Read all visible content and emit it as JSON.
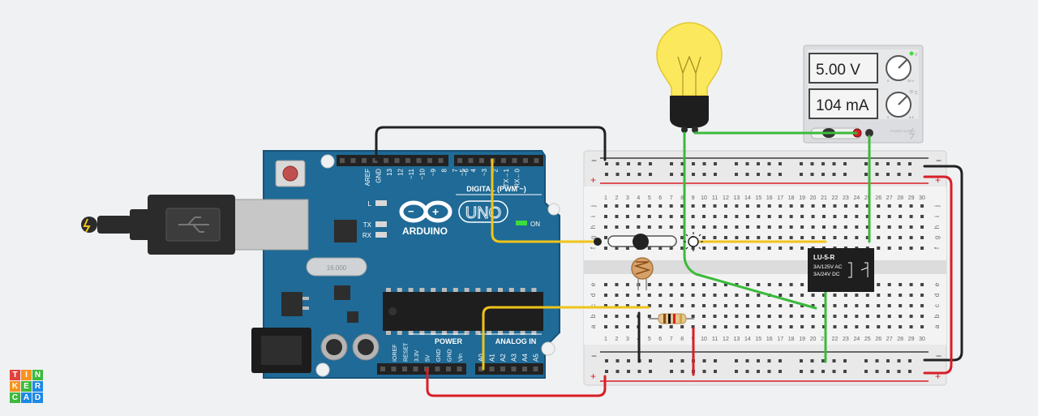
{
  "arduino": {
    "brand": "ARDUINO",
    "model": "UNO",
    "digital_label": "DIGITAL (PWM ~)",
    "power_label": "POWER",
    "analog_label": "ANALOG IN",
    "on_label": "ON",
    "led_labels": [
      "L",
      "TX",
      "RX"
    ],
    "crystal_label": "16.000",
    "digital_pins": [
      "AREF",
      "GND",
      "13",
      "12",
      "~11",
      "~10",
      "~9",
      "8",
      "7",
      "~6",
      "~5",
      "4",
      "~3",
      "2",
      "TX→1",
      "RX←0"
    ],
    "power_pins": [
      "IOREF",
      "RESET",
      "3.3V",
      "5V",
      "GND",
      "GND",
      "Vin"
    ],
    "analog_pins": [
      "A0",
      "A1",
      "A2",
      "A3",
      "A4",
      "A5"
    ]
  },
  "power_supply": {
    "voltage": "5.00 V",
    "current": "104 mA",
    "knob_v_label": "V",
    "knob_c_label": "C",
    "v_range": "30 V",
    "c_range": "5 A",
    "zero": "0",
    "plate": "POWER SUPPLY"
  },
  "relay": {
    "model": "LU-5-R",
    "spec1": "3A/125V AC",
    "spec2": "3A/24V  DC"
  },
  "breadboard": {
    "columns": [
      "1",
      "2",
      "3",
      "4",
      "5",
      "6",
      "7",
      "8",
      "9",
      "10",
      "11",
      "12",
      "13",
      "14",
      "15",
      "16",
      "17",
      "18",
      "19",
      "20",
      "21",
      "22",
      "23",
      "24",
      "25",
      "26",
      "27",
      "28",
      "29",
      "30"
    ],
    "rows_top": [
      "j",
      "i",
      "h",
      "g",
      "f"
    ],
    "rows_bottom": [
      "e",
      "d",
      "c",
      "b",
      "a"
    ],
    "rail_minus": "−",
    "rail_plus": "+"
  },
  "logo": [
    "T",
    "I",
    "N",
    "K",
    "E",
    "R",
    "C",
    "A",
    "D"
  ],
  "colors": {
    "arduino_blue": "#1f6a96",
    "board_dark": "#17537a",
    "wire_yellow": "#f0c419",
    "wire_green": "#3cba3c",
    "wire_red": "#d91f26",
    "wire_black": "#222222",
    "lamp_glow": "#fbe85c",
    "rail_red": "#d91f26",
    "rail_dark": "#3d3d3d"
  }
}
